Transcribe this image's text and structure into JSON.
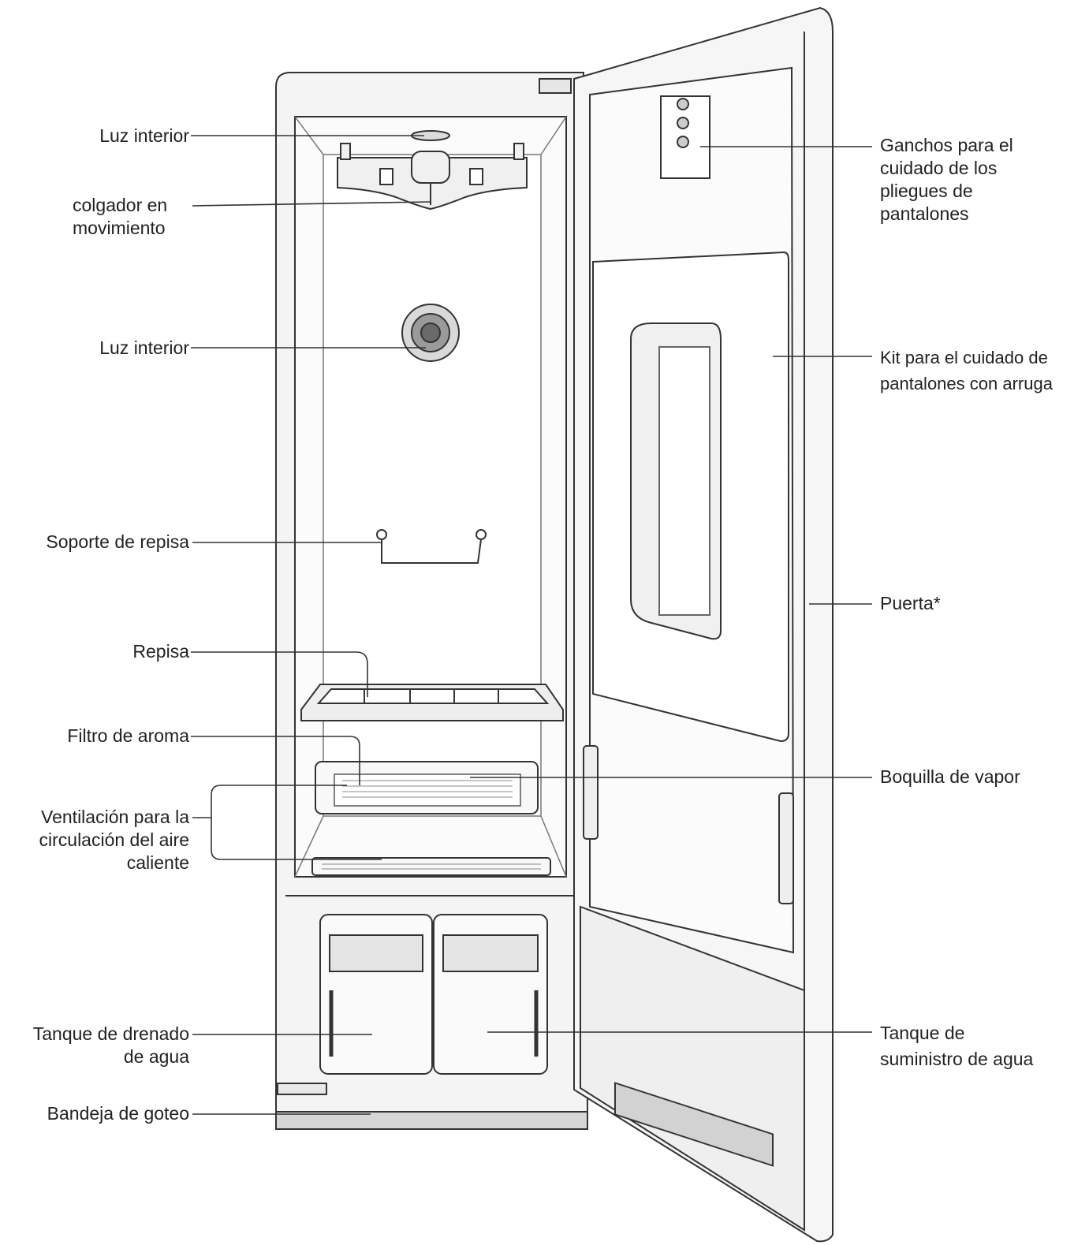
{
  "labels": {
    "interior_light_top": "Luz interior",
    "moving_hanger": "colgador en\nmovimiento",
    "interior_light_mid": "Luz interior",
    "shelf_support": "Soporte de repisa",
    "shelf": "Repisa",
    "aroma_filter": "Filtro de aroma",
    "ventilation": "Ventilación para la\ncirculación del aire\ncaliente",
    "drain_tank": "Tanque de drenado\nde agua",
    "drip_tray": "Bandeja de goteo",
    "trouser_hooks": "Ganchos para el\ncuidado de los\npliegues de\npantalones",
    "trouser_kit": "Kit para el cuidado de\npantalones con arruga",
    "door": "Puerta*",
    "steam_nozzle": "Boquilla de vapor",
    "supply_tank": "Tanque de\nsuministro de agua"
  },
  "colors": {
    "line": "#333333",
    "cabinet_fill": "#f4f4f4",
    "interior_fill": "#fbfbfb",
    "panel_fill": "#ffffff",
    "shade": "#c9c9c9"
  }
}
